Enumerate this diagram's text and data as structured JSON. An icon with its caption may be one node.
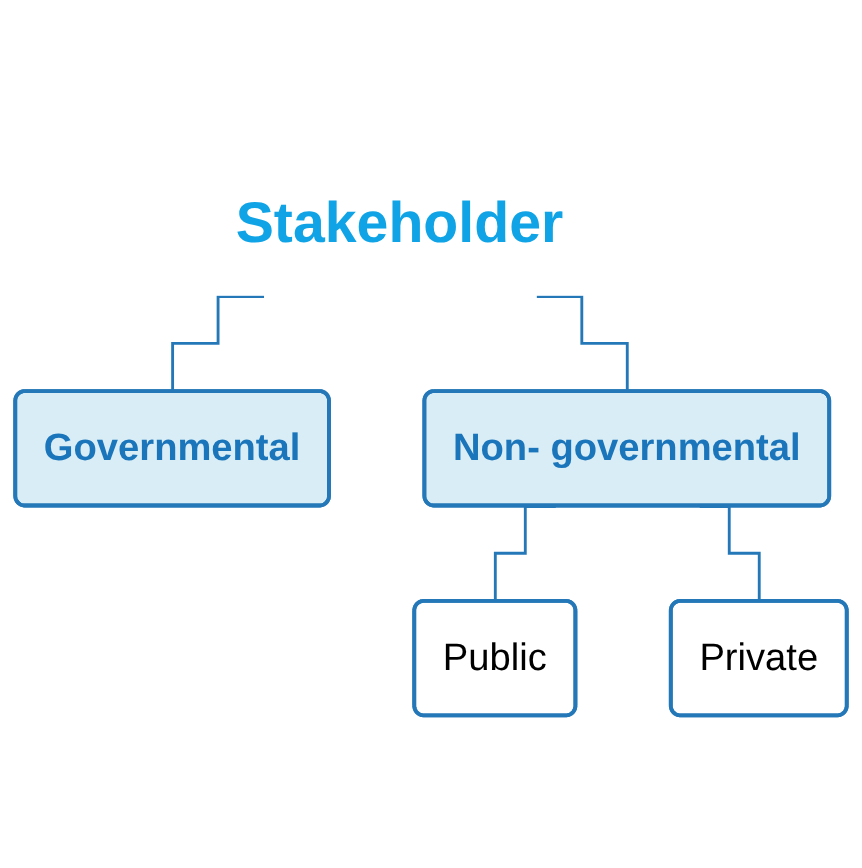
{
  "diagram": {
    "nodes": [
      {
        "text": [
          "Stakeholder"
        ]
      },
      {
        "text": [
          "Governmental"
        ]
      },
      {
        "text": [
          "Non- governmental"
        ]
      },
      {
        "text": [
          "Public"
        ]
      },
      {
        "text": [
          "Private"
        ]
      }
    ],
    "edges": [
      {
        "from": 0,
        "to": 1,
        "arrow": "none"
      },
      {
        "from": 0,
        "to": 2,
        "arrow": "none"
      },
      {
        "from": 2,
        "to": 3,
        "arrow": "none"
      },
      {
        "from": 2,
        "to": 4,
        "arrow": "none"
      }
    ]
  }
}
